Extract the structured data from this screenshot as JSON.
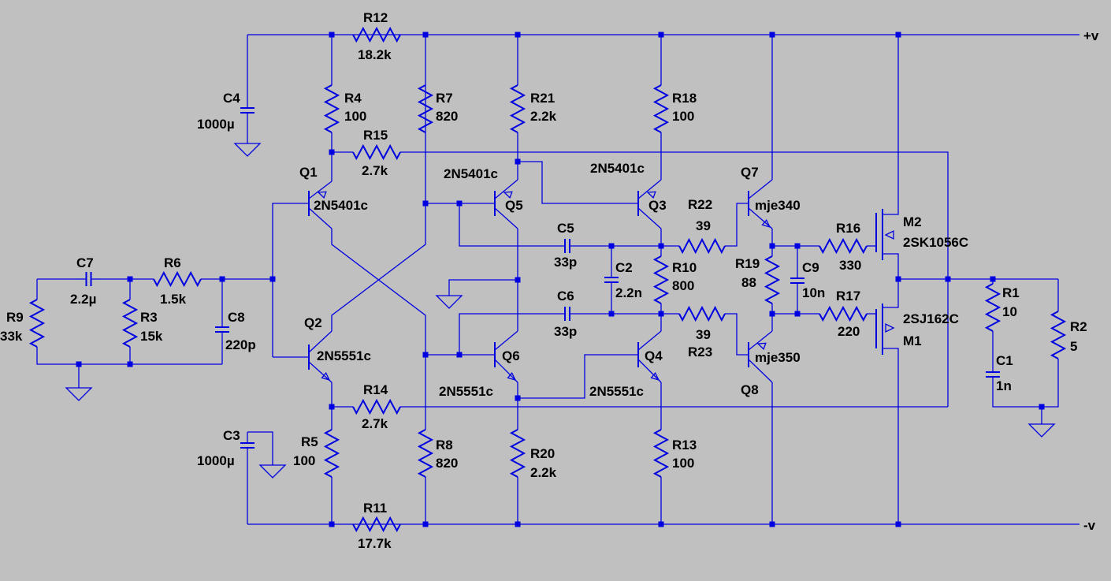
{
  "rails": {
    "pos": "+v",
    "neg": "-v"
  },
  "resistors": [
    {
      "id": "r12",
      "name": "R12",
      "value": "18.2k"
    },
    {
      "id": "r4",
      "name": "R4",
      "value": "100"
    },
    {
      "id": "r7",
      "name": "R7",
      "value": "820"
    },
    {
      "id": "r21",
      "name": "R21",
      "value": "2.2k"
    },
    {
      "id": "r18",
      "name": "R18",
      "value": "100"
    },
    {
      "id": "r15",
      "name": "R15",
      "value": "2.7k"
    },
    {
      "id": "r22",
      "name": "R22",
      "value": "39"
    },
    {
      "id": "r10",
      "name": "R10",
      "value": "800"
    },
    {
      "id": "r23",
      "name": "R23",
      "value": "39"
    },
    {
      "id": "r19",
      "name": "R19",
      "value": "88"
    },
    {
      "id": "r16",
      "name": "R16",
      "value": "330"
    },
    {
      "id": "r17",
      "name": "R17",
      "value": "220"
    },
    {
      "id": "r6",
      "name": "R6",
      "value": "1.5k"
    },
    {
      "id": "r3",
      "name": "R3",
      "value": "15k"
    },
    {
      "id": "r9",
      "name": "R9",
      "value": "33k"
    },
    {
      "id": "r14",
      "name": "R14",
      "value": "2.7k"
    },
    {
      "id": "r5",
      "name": "R5",
      "value": "100"
    },
    {
      "id": "r8",
      "name": "R8",
      "value": "820"
    },
    {
      "id": "r20",
      "name": "R20",
      "value": "2.2k"
    },
    {
      "id": "r13",
      "name": "R13",
      "value": "100"
    },
    {
      "id": "r11",
      "name": "R11",
      "value": "17.7k"
    },
    {
      "id": "r1",
      "name": "R1",
      "value": "10"
    },
    {
      "id": "r2",
      "name": "R2",
      "value": "5"
    }
  ],
  "capacitors": [
    {
      "id": "c4",
      "name": "C4",
      "value": "1000µ"
    },
    {
      "id": "c7",
      "name": "C7",
      "value": "2.2µ"
    },
    {
      "id": "c8",
      "name": "C8",
      "value": "220p"
    },
    {
      "id": "c5",
      "name": "C5",
      "value": "33p"
    },
    {
      "id": "c2",
      "name": "C2",
      "value": "2.2n"
    },
    {
      "id": "c6",
      "name": "C6",
      "value": "33p"
    },
    {
      "id": "c9",
      "name": "C9",
      "value": "10n"
    },
    {
      "id": "c3",
      "name": "C3",
      "value": "1000µ"
    },
    {
      "id": "c1",
      "name": "C1",
      "value": "1n"
    }
  ],
  "transistors": [
    {
      "id": "q1",
      "name": "Q1",
      "model": "2N5401c"
    },
    {
      "id": "q2",
      "name": "Q2",
      "model": "2N5551c"
    },
    {
      "id": "q5",
      "name": "Q5",
      "model": "2N5401c"
    },
    {
      "id": "q6",
      "name": "Q6",
      "model": "2N5551c"
    },
    {
      "id": "q3",
      "name": "Q3",
      "model": "2N5401c"
    },
    {
      "id": "q4",
      "name": "Q4",
      "model": "2N5551c"
    },
    {
      "id": "q7",
      "name": "Q7",
      "model": "mje340"
    },
    {
      "id": "q8",
      "name": "Q8",
      "model": "mje350"
    },
    {
      "id": "m2",
      "name": "M2",
      "model": "2SK1056C"
    },
    {
      "id": "m1",
      "name": "M1",
      "model": "2SJ162C"
    }
  ],
  "colors": {
    "wire": "#0000e0",
    "background": "#c0c0c0",
    "text": "#000000"
  }
}
